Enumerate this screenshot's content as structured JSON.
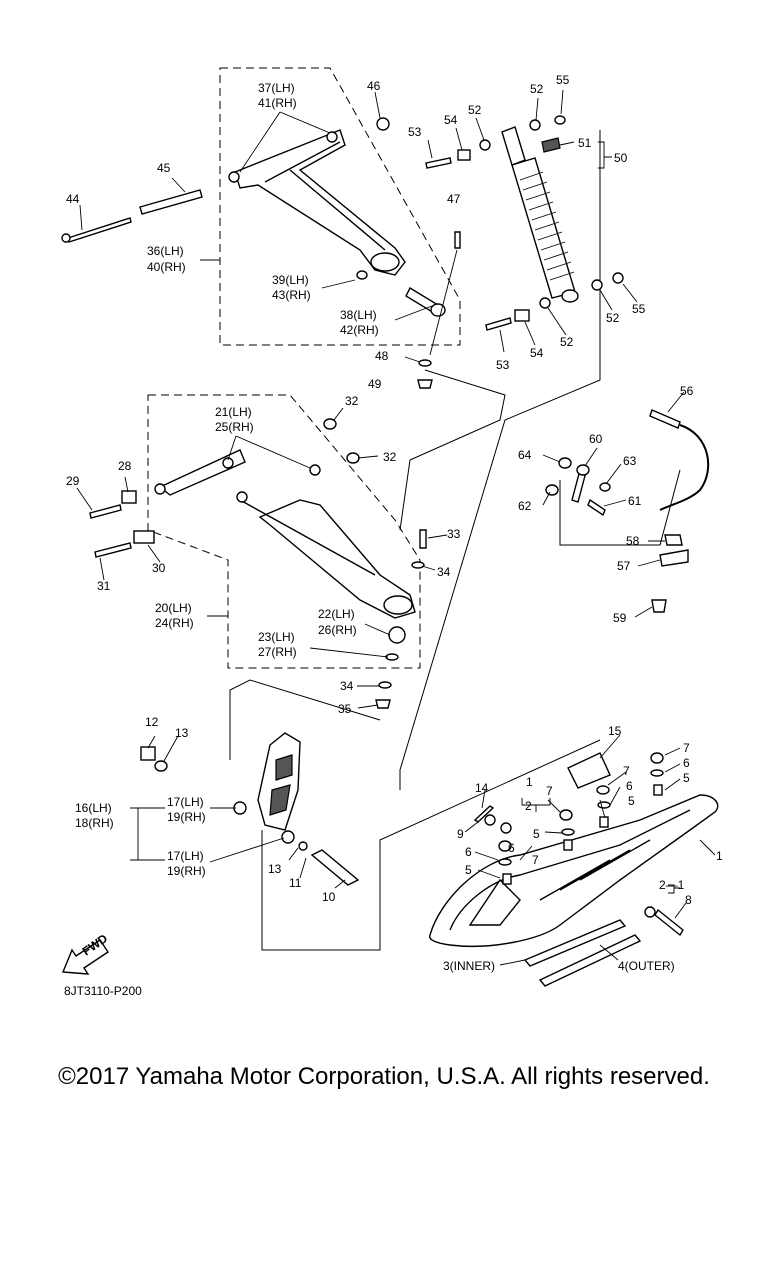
{
  "diagram": {
    "code": "8JT3110-P200",
    "fwd_label": "FWD",
    "parts": {
      "p1": "1",
      "p1b": "1",
      "p2": "2",
      "p2b": "2",
      "p2_1": "2—1",
      "p3": "3(INNER)",
      "p4": "4(OUTER)",
      "p5a": "5",
      "p5b": "5",
      "p5c": "5",
      "p5d": "5",
      "p6a": "6",
      "p6b": "6",
      "p6c": "6",
      "p6d": "6",
      "p7a": "7",
      "p7b": "7",
      "p7c": "7",
      "p7d": "7",
      "p8": "8",
      "p9": "9",
      "p10": "10",
      "p11": "11",
      "p12": "12",
      "p13a": "13",
      "p13b": "13",
      "p14": "14",
      "p15": "15",
      "p16": "16(LH)",
      "p18": "18(RH)",
      "p17a": "17(LH)",
      "p19a": "19(RH)",
      "p17b": "17(LH)",
      "p19b": "19(RH)",
      "p20": "20(LH)",
      "p24": "24(RH)",
      "p21": "21(LH)",
      "p25": "25(RH)",
      "p22": "22(LH)",
      "p26": "26(RH)",
      "p23": "23(LH)",
      "p27": "27(RH)",
      "p28": "28",
      "p29": "29",
      "p30": "30",
      "p31": "31",
      "p32a": "32",
      "p32b": "32",
      "p33": "33",
      "p34a": "34",
      "p34b": "34",
      "p35": "35",
      "p36": "36(LH)",
      "p40": "40(RH)",
      "p37": "37(LH)",
      "p41": "41(RH)",
      "p38": "38(LH)",
      "p42": "42(RH)",
      "p39": "39(LH)",
      "p43": "43(RH)",
      "p44": "44",
      "p45": "45",
      "p46": "46",
      "p47": "47",
      "p48": "48",
      "p49": "49",
      "p50": "50",
      "p51": "51",
      "p52a": "52",
      "p52b": "52",
      "p52c": "52",
      "p52d": "52",
      "p53a": "53",
      "p53b": "53",
      "p54a": "54",
      "p54b": "54",
      "p55a": "55",
      "p55b": "55",
      "p56": "56",
      "p57": "57",
      "p58": "58",
      "p59": "59",
      "p60": "60",
      "p61": "61",
      "p62": "62",
      "p63": "63",
      "p64": "64"
    }
  },
  "footer": {
    "copyright": "©2017 Yamaha Motor Corporation, U.S.A. All rights reserved."
  }
}
